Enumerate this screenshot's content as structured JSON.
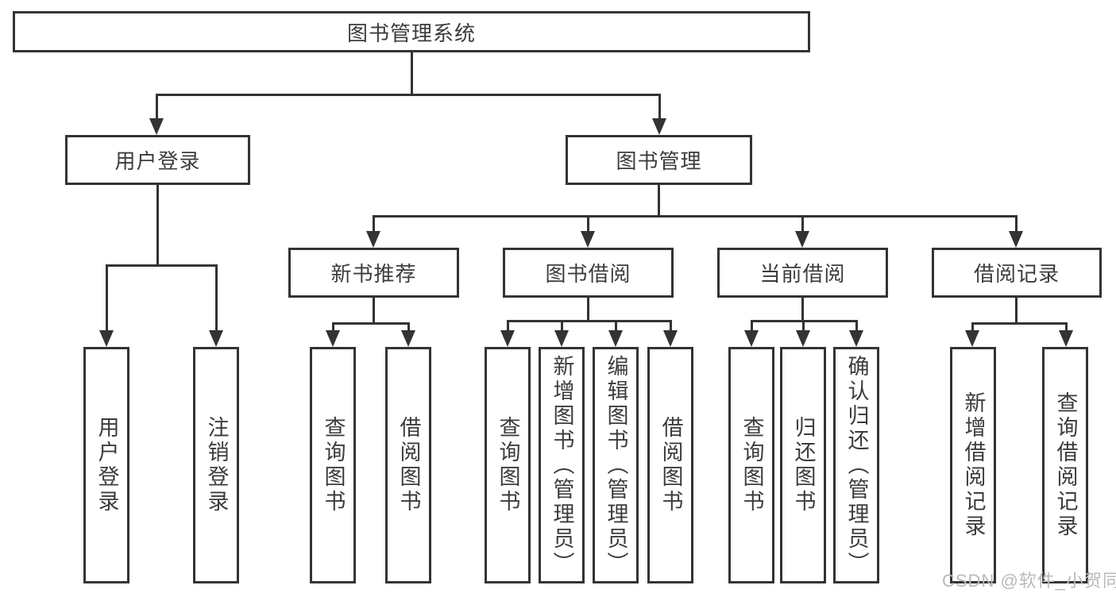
{
  "diagram_title": "图书管理系统",
  "nodes": {
    "root": "图书管理系统",
    "user_login": "用户登录",
    "book_management": "图书管理",
    "new_book_recommend": "新书推荐",
    "book_borrow": "图书借阅",
    "current_borrow": "当前借阅",
    "borrow_record": "借阅记录",
    "leaf_user_login": "用户登录",
    "leaf_logout": "注销登录",
    "leaf_newbook_query": "查询图书",
    "leaf_newbook_borrow": "借阅图书",
    "leaf_borrow_query": "查询图书",
    "leaf_borrow_add": "新增图书（管理员）",
    "leaf_borrow_edit": "编辑图书（管理员）",
    "leaf_borrow_lend": "借阅图书",
    "leaf_current_query": "查询图书",
    "leaf_current_return": "归还图书",
    "leaf_current_confirm": "确认归还（管理员）",
    "leaf_record_add": "新增借阅记录",
    "leaf_record_query": "查询借阅记录"
  },
  "watermark": "CSDN @软件_小贺同学",
  "colors": {
    "line": "#333333",
    "text": "#3c3c3c",
    "watermark": "#b9b9b9",
    "background": "#ffffff"
  }
}
